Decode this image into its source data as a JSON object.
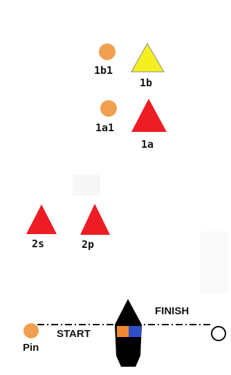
{
  "colors": {
    "orange_buoy": "#f0a050",
    "yellow_mark": "#f4f020",
    "red_mark": "#ee1c24",
    "boat_hull": "#000000",
    "orange_flag": "#f08a30",
    "blue_flag": "#3050c8"
  },
  "marks": {
    "b1": {
      "label": "1b1"
    },
    "b": {
      "label": "1b"
    },
    "a1": {
      "label": "1a1"
    },
    "a": {
      "label": "1a"
    },
    "s2": {
      "label": "2s"
    },
    "p2": {
      "label": "2p"
    }
  },
  "course": {
    "pin_label": "Pin",
    "start_label": "START",
    "finish_label": "FINISH"
  },
  "icons": {
    "buoy": "orange-circle",
    "mark": "triangle",
    "committee_boat": "black-hull-with-flags",
    "finish_mark": "white-circle"
  }
}
